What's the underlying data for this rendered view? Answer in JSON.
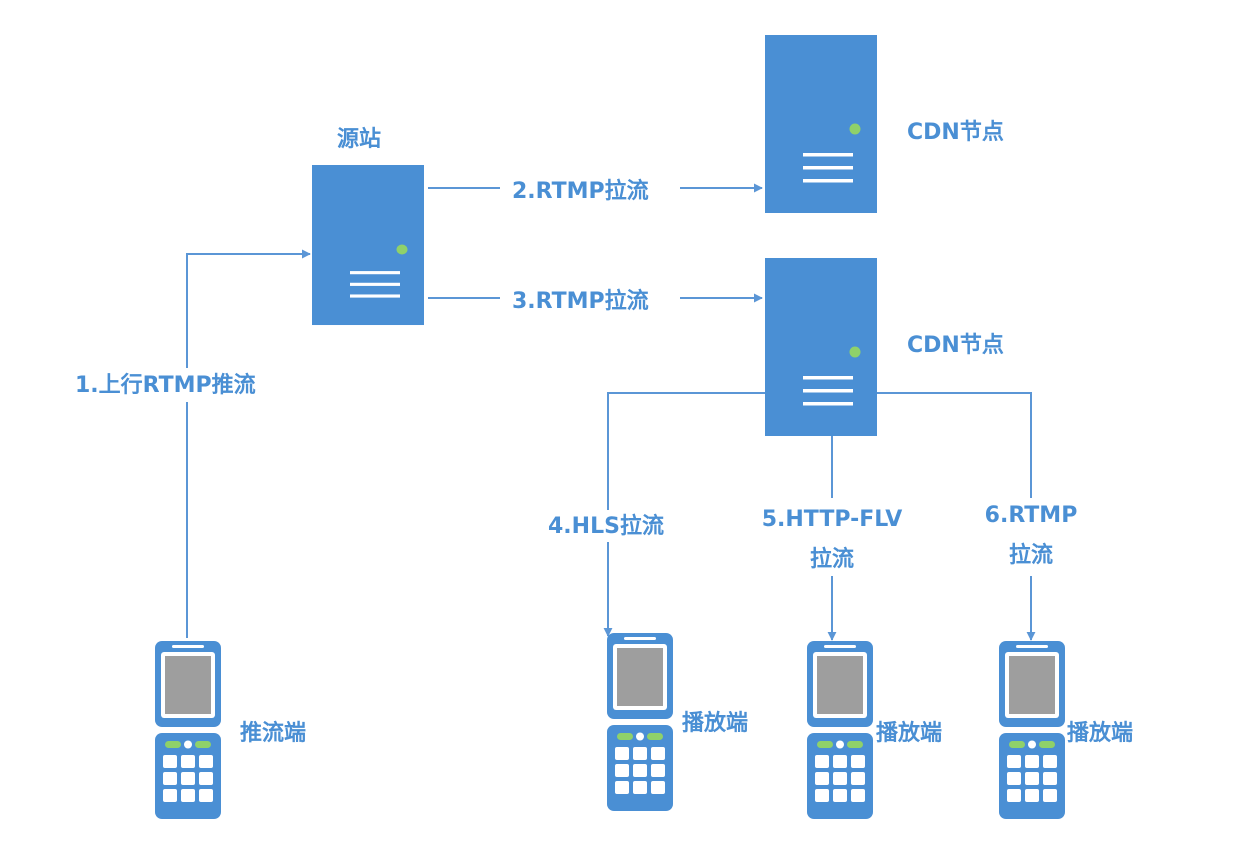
{
  "colors": {
    "server": "#4a8fd4",
    "line": "#5b96d6",
    "label": "#4a8fd4",
    "led": "#8fd16a",
    "screen": "#9e9e9e"
  },
  "servers": {
    "origin": {
      "label": "源站"
    },
    "cdn_top": {
      "label": "CDN节点"
    },
    "cdn_bottom": {
      "label": "CDN节点"
    }
  },
  "devices": {
    "pusher": {
      "label": "推流端"
    },
    "player_hls": {
      "label": "播放端"
    },
    "player_flv": {
      "label": "播放端"
    },
    "player_rtmp": {
      "label": "播放端"
    }
  },
  "edges": {
    "push": {
      "label": "1.上行RTMP推流"
    },
    "pull_top": {
      "label": "2.RTMP拉流"
    },
    "pull_bottom": {
      "label": "3.RTMP拉流"
    },
    "hls": {
      "label": "4.HLS拉流"
    },
    "flv": {
      "line1": "5.HTTP-FLV",
      "line2": "拉流"
    },
    "rtmp": {
      "line1": "6.RTMP",
      "line2": "拉流"
    }
  }
}
